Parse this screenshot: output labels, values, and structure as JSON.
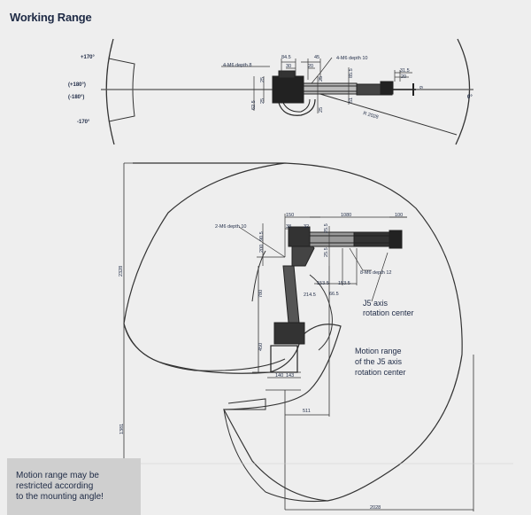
{
  "title": "Working Range",
  "top_view": {
    "angles": {
      "plus_170": "+170°",
      "plus_180": "(+180°)",
      "minus_180": "(-180°)",
      "minus_170": "-170°",
      "zero": "0°"
    },
    "callouts": {
      "base_holes": "4-M6 depth 8",
      "arm_holes": "4-M6 depth 10"
    },
    "dimensions": {
      "d84_5": "84.5",
      "d45": "45",
      "d30": "30",
      "d20": "20",
      "d25a": "25",
      "d25b": "25",
      "d62_5": "62.5",
      "d85_5": "85.5",
      "d51": "51",
      "d31_5": "31.5",
      "d20b": "20",
      "d9": "9",
      "d25c": "25",
      "d25d": "25",
      "radius": "R 2028"
    }
  },
  "side_view": {
    "callouts": {
      "forearm_holes": "2-M6 depth 10",
      "wrist_holes": "8-M6 depth 12",
      "j5_center": "J5 axis\nrotation center",
      "motion_range": "Motion range\nof the J5 axis\nrotation center"
    },
    "dimensions": {
      "d150": "150",
      "d38": "38",
      "d32": "32",
      "d1080": "1080",
      "d100": "100",
      "d200": "200",
      "d90_5": "90.5",
      "d25_5a": "25.5",
      "d25_5b": "25.5",
      "d153_5a": "153.5",
      "d153_5b": "153.5",
      "d214_5": "214.5",
      "d66_5": "66.5",
      "d2328": "2328",
      "d780": "780",
      "d450": "450",
      "d140": "140",
      "d143": "143",
      "d511": "511",
      "d1381": "1381",
      "d2028": "2028"
    }
  },
  "note": "Motion range may be\nrestricted according\nto the mounting angle!"
}
